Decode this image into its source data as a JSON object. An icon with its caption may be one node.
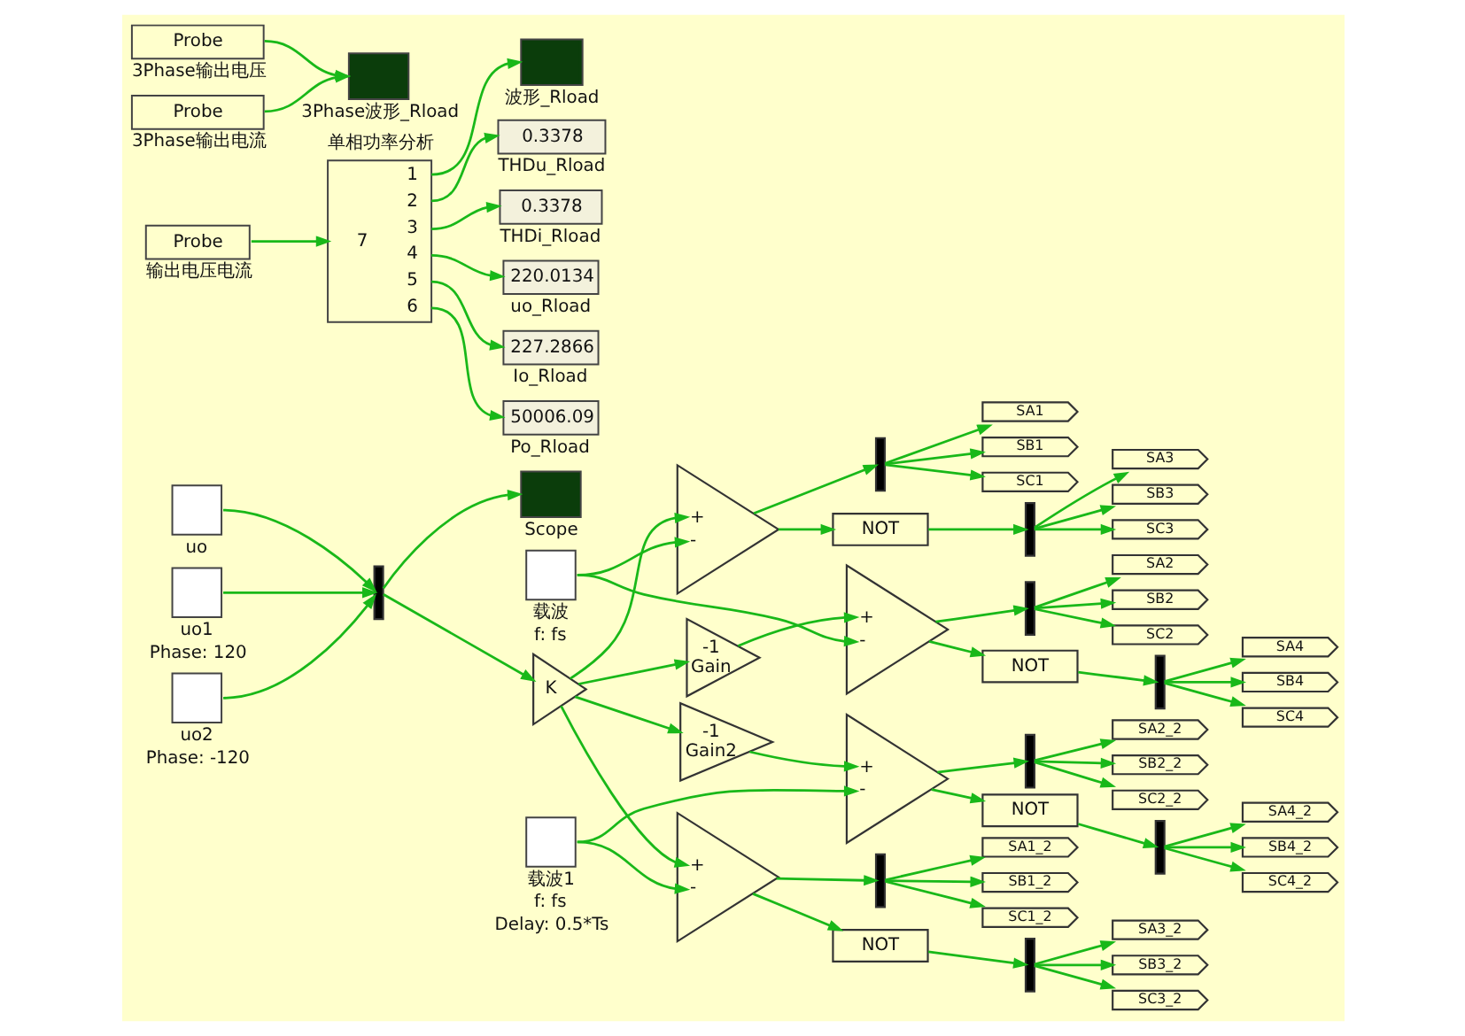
{
  "diagram": {
    "nodes": [
      {
        "text": [
          "uo"
        ]
      },
      {
        "text": [
          "uo1",
          "Phase: 120"
        ]
      },
      {
        "text": [
          "uo2",
          "Phase: -120"
        ]
      },
      {
        "text": [],
        "shape": "bar"
      },
      {
        "text": [
          "Scope"
        ]
      },
      {
        "text": [
          "K"
        ]
      },
      {
        "text": [
          "-1",
          "Gain"
        ]
      },
      {
        "text": [
          "载波",
          "f: fs"
        ]
      },
      {
        "text": [
          "+",
          "-"
        ]
      },
      {
        "text": [
          "+",
          "-"
        ]
      },
      {
        "text": [],
        "shape": "bar"
      },
      {
        "text": [
          "SA1"
        ]
      },
      {
        "text": [
          "SB1"
        ]
      },
      {
        "text": [
          "SC1"
        ]
      },
      {
        "text": [
          "NOT"
        ]
      },
      {
        "text": [],
        "shape": "bar"
      },
      {
        "text": [
          "SA3"
        ]
      },
      {
        "text": [
          "SB3"
        ]
      },
      {
        "text": [
          "SC3"
        ]
      },
      {
        "text": [],
        "shape": "bar"
      },
      {
        "text": [
          "SA2"
        ]
      },
      {
        "text": [
          "SB2"
        ]
      },
      {
        "text": [
          "SC2"
        ]
      },
      {
        "text": [
          "NOT"
        ]
      },
      {
        "text": [],
        "shape": "bar"
      },
      {
        "text": [
          "SA4"
        ]
      },
      {
        "text": [
          "SB4"
        ]
      },
      {
        "text": [
          "SC4"
        ]
      },
      {
        "text": [
          "-1",
          "Gain2"
        ]
      },
      {
        "text": [
          "载波1",
          "f: fs",
          "Delay: 0.5*Ts"
        ]
      },
      {
        "text": [
          "+",
          "-"
        ]
      },
      {
        "text": [
          "+",
          "-"
        ]
      },
      {
        "text": [],
        "shape": "bar"
      },
      {
        "text": [
          "SA1_2"
        ]
      },
      {
        "text": [
          "SB1_2"
        ]
      },
      {
        "text": [
          "SC1_2"
        ]
      },
      {
        "text": [
          "NOT"
        ]
      },
      {
        "text": [],
        "shape": "bar"
      },
      {
        "text": [
          "SA3_2"
        ]
      },
      {
        "text": [
          "SB3_2"
        ]
      },
      {
        "text": [
          "SC3_2"
        ]
      },
      {
        "text": [],
        "shape": "bar"
      },
      {
        "text": [
          "SA2_2"
        ]
      },
      {
        "text": [
          "SB2_2"
        ]
      },
      {
        "text": [
          "SC2_2"
        ]
      },
      {
        "text": [
          "NOT"
        ]
      },
      {
        "text": [],
        "shape": "bar"
      },
      {
        "text": [
          "SA4_2"
        ]
      },
      {
        "text": [
          "SB4_2"
        ]
      },
      {
        "text": [
          "SC4_2"
        ]
      },
      {
        "text": [
          "Probe",
          "输出电压电流"
        ]
      },
      {
        "text": [
          "单相功率分析",
          "1",
          "2",
          "3",
          "4",
          "5",
          "6",
          "7"
        ]
      },
      {
        "text": [
          "波形_Rload"
        ]
      },
      {
        "text": [
          "0.3378",
          "THDu_Rload"
        ]
      },
      {
        "text": [
          "0.3378",
          "THDi_Rload"
        ]
      },
      {
        "text": [
          "220.0134",
          "uo_Rload"
        ]
      },
      {
        "text": [
          "227.2866",
          "Io_Rload"
        ]
      },
      {
        "text": [
          "50006.09",
          "Po_Rload"
        ]
      },
      {
        "text": [
          "Probe",
          "3Phase输出电压"
        ]
      },
      {
        "text": [
          "Probe",
          "3Phase输出电流"
        ]
      },
      {
        "text": [
          "3Phase波形_Rload"
        ]
      }
    ],
    "edges": [
      {
        "from": 0,
        "to": 3,
        "arrow": "to"
      },
      {
        "from": 1,
        "to": 3,
        "arrow": "to"
      },
      {
        "from": 2,
        "to": 3,
        "arrow": "to"
      },
      {
        "from": 3,
        "to": 4,
        "arrow": "to"
      },
      {
        "from": 3,
        "to": 5,
        "arrow": "to"
      },
      {
        "from": 5,
        "to": 8,
        "arrow": "to"
      },
      {
        "from": 5,
        "to": 6,
        "arrow": "to"
      },
      {
        "from": 5,
        "to": 30,
        "arrow": "to"
      },
      {
        "from": 5,
        "to": 28,
        "arrow": "to"
      },
      {
        "from": 6,
        "to": 9,
        "arrow": "to"
      },
      {
        "from": 7,
        "to": 8,
        "arrow": "to"
      },
      {
        "from": 7,
        "to": 9,
        "arrow": "to"
      },
      {
        "from": 8,
        "to": 10,
        "arrow": "to"
      },
      {
        "from": 8,
        "to": 14,
        "arrow": "to"
      },
      {
        "from": 10,
        "to": 11,
        "arrow": "to"
      },
      {
        "from": 10,
        "to": 12,
        "arrow": "to"
      },
      {
        "from": 10,
        "to": 13,
        "arrow": "to"
      },
      {
        "from": 14,
        "to": 15,
        "arrow": "to"
      },
      {
        "from": 15,
        "to": 16,
        "arrow": "to"
      },
      {
        "from": 15,
        "to": 17,
        "arrow": "to"
      },
      {
        "from": 15,
        "to": 18,
        "arrow": "to"
      },
      {
        "from": 9,
        "to": 19,
        "arrow": "to"
      },
      {
        "from": 9,
        "to": 23,
        "arrow": "to"
      },
      {
        "from": 19,
        "to": 20,
        "arrow": "to"
      },
      {
        "from": 19,
        "to": 21,
        "arrow": "to"
      },
      {
        "from": 19,
        "to": 22,
        "arrow": "to"
      },
      {
        "from": 23,
        "to": 24,
        "arrow": "to"
      },
      {
        "from": 24,
        "to": 25,
        "arrow": "to"
      },
      {
        "from": 24,
        "to": 26,
        "arrow": "to"
      },
      {
        "from": 24,
        "to": 27,
        "arrow": "to"
      },
      {
        "from": 28,
        "to": 31,
        "arrow": "to"
      },
      {
        "from": 29,
        "to": 30,
        "arrow": "to"
      },
      {
        "from": 29,
        "to": 31,
        "arrow": "to"
      },
      {
        "from": 30,
        "to": 32,
        "arrow": "to"
      },
      {
        "from": 30,
        "to": 36,
        "arrow": "to"
      },
      {
        "from": 32,
        "to": 33,
        "arrow": "to"
      },
      {
        "from": 32,
        "to": 34,
        "arrow": "to"
      },
      {
        "from": 32,
        "to": 35,
        "arrow": "to"
      },
      {
        "from": 36,
        "to": 37,
        "arrow": "to"
      },
      {
        "from": 37,
        "to": 38,
        "arrow": "to"
      },
      {
        "from": 37,
        "to": 39,
        "arrow": "to"
      },
      {
        "from": 37,
        "to": 40,
        "arrow": "to"
      },
      {
        "from": 31,
        "to": 41,
        "arrow": "to"
      },
      {
        "from": 31,
        "to": 45,
        "arrow": "to"
      },
      {
        "from": 41,
        "to": 42,
        "arrow": "to"
      },
      {
        "from": 41,
        "to": 43,
        "arrow": "to"
      },
      {
        "from": 41,
        "to": 44,
        "arrow": "to"
      },
      {
        "from": 45,
        "to": 46,
        "arrow": "to"
      },
      {
        "from": 46,
        "to": 47,
        "arrow": "to"
      },
      {
        "from": 46,
        "to": 48,
        "arrow": "to"
      },
      {
        "from": 46,
        "to": 49,
        "arrow": "to"
      },
      {
        "from": 50,
        "to": 51,
        "arrow": "to"
      },
      {
        "from": 51,
        "to": 52,
        "arrow": "to"
      },
      {
        "from": 51,
        "to": 53,
        "arrow": "to"
      },
      {
        "from": 51,
        "to": 54,
        "arrow": "to"
      },
      {
        "from": 51,
        "to": 55,
        "arrow": "to"
      },
      {
        "from": 51,
        "to": 56,
        "arrow": "to"
      },
      {
        "from": 51,
        "to": 57,
        "arrow": "to"
      },
      {
        "from": 58,
        "to": 60,
        "arrow": "to"
      },
      {
        "from": 59,
        "to": 60,
        "arrow": "to"
      }
    ]
  }
}
